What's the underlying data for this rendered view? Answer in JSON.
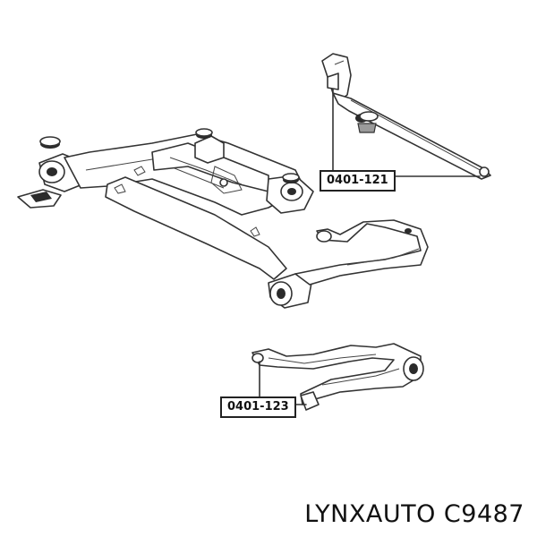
{
  "callouts": {
    "upper_part": "0401-121",
    "lower_part": "0401-123"
  },
  "caption": "LYNXAUTO C9487",
  "icons": [
    "subframe-drawing",
    "rear-trailing-arm-drawing",
    "lower-control-arm-drawing",
    "bushing-drawing"
  ]
}
